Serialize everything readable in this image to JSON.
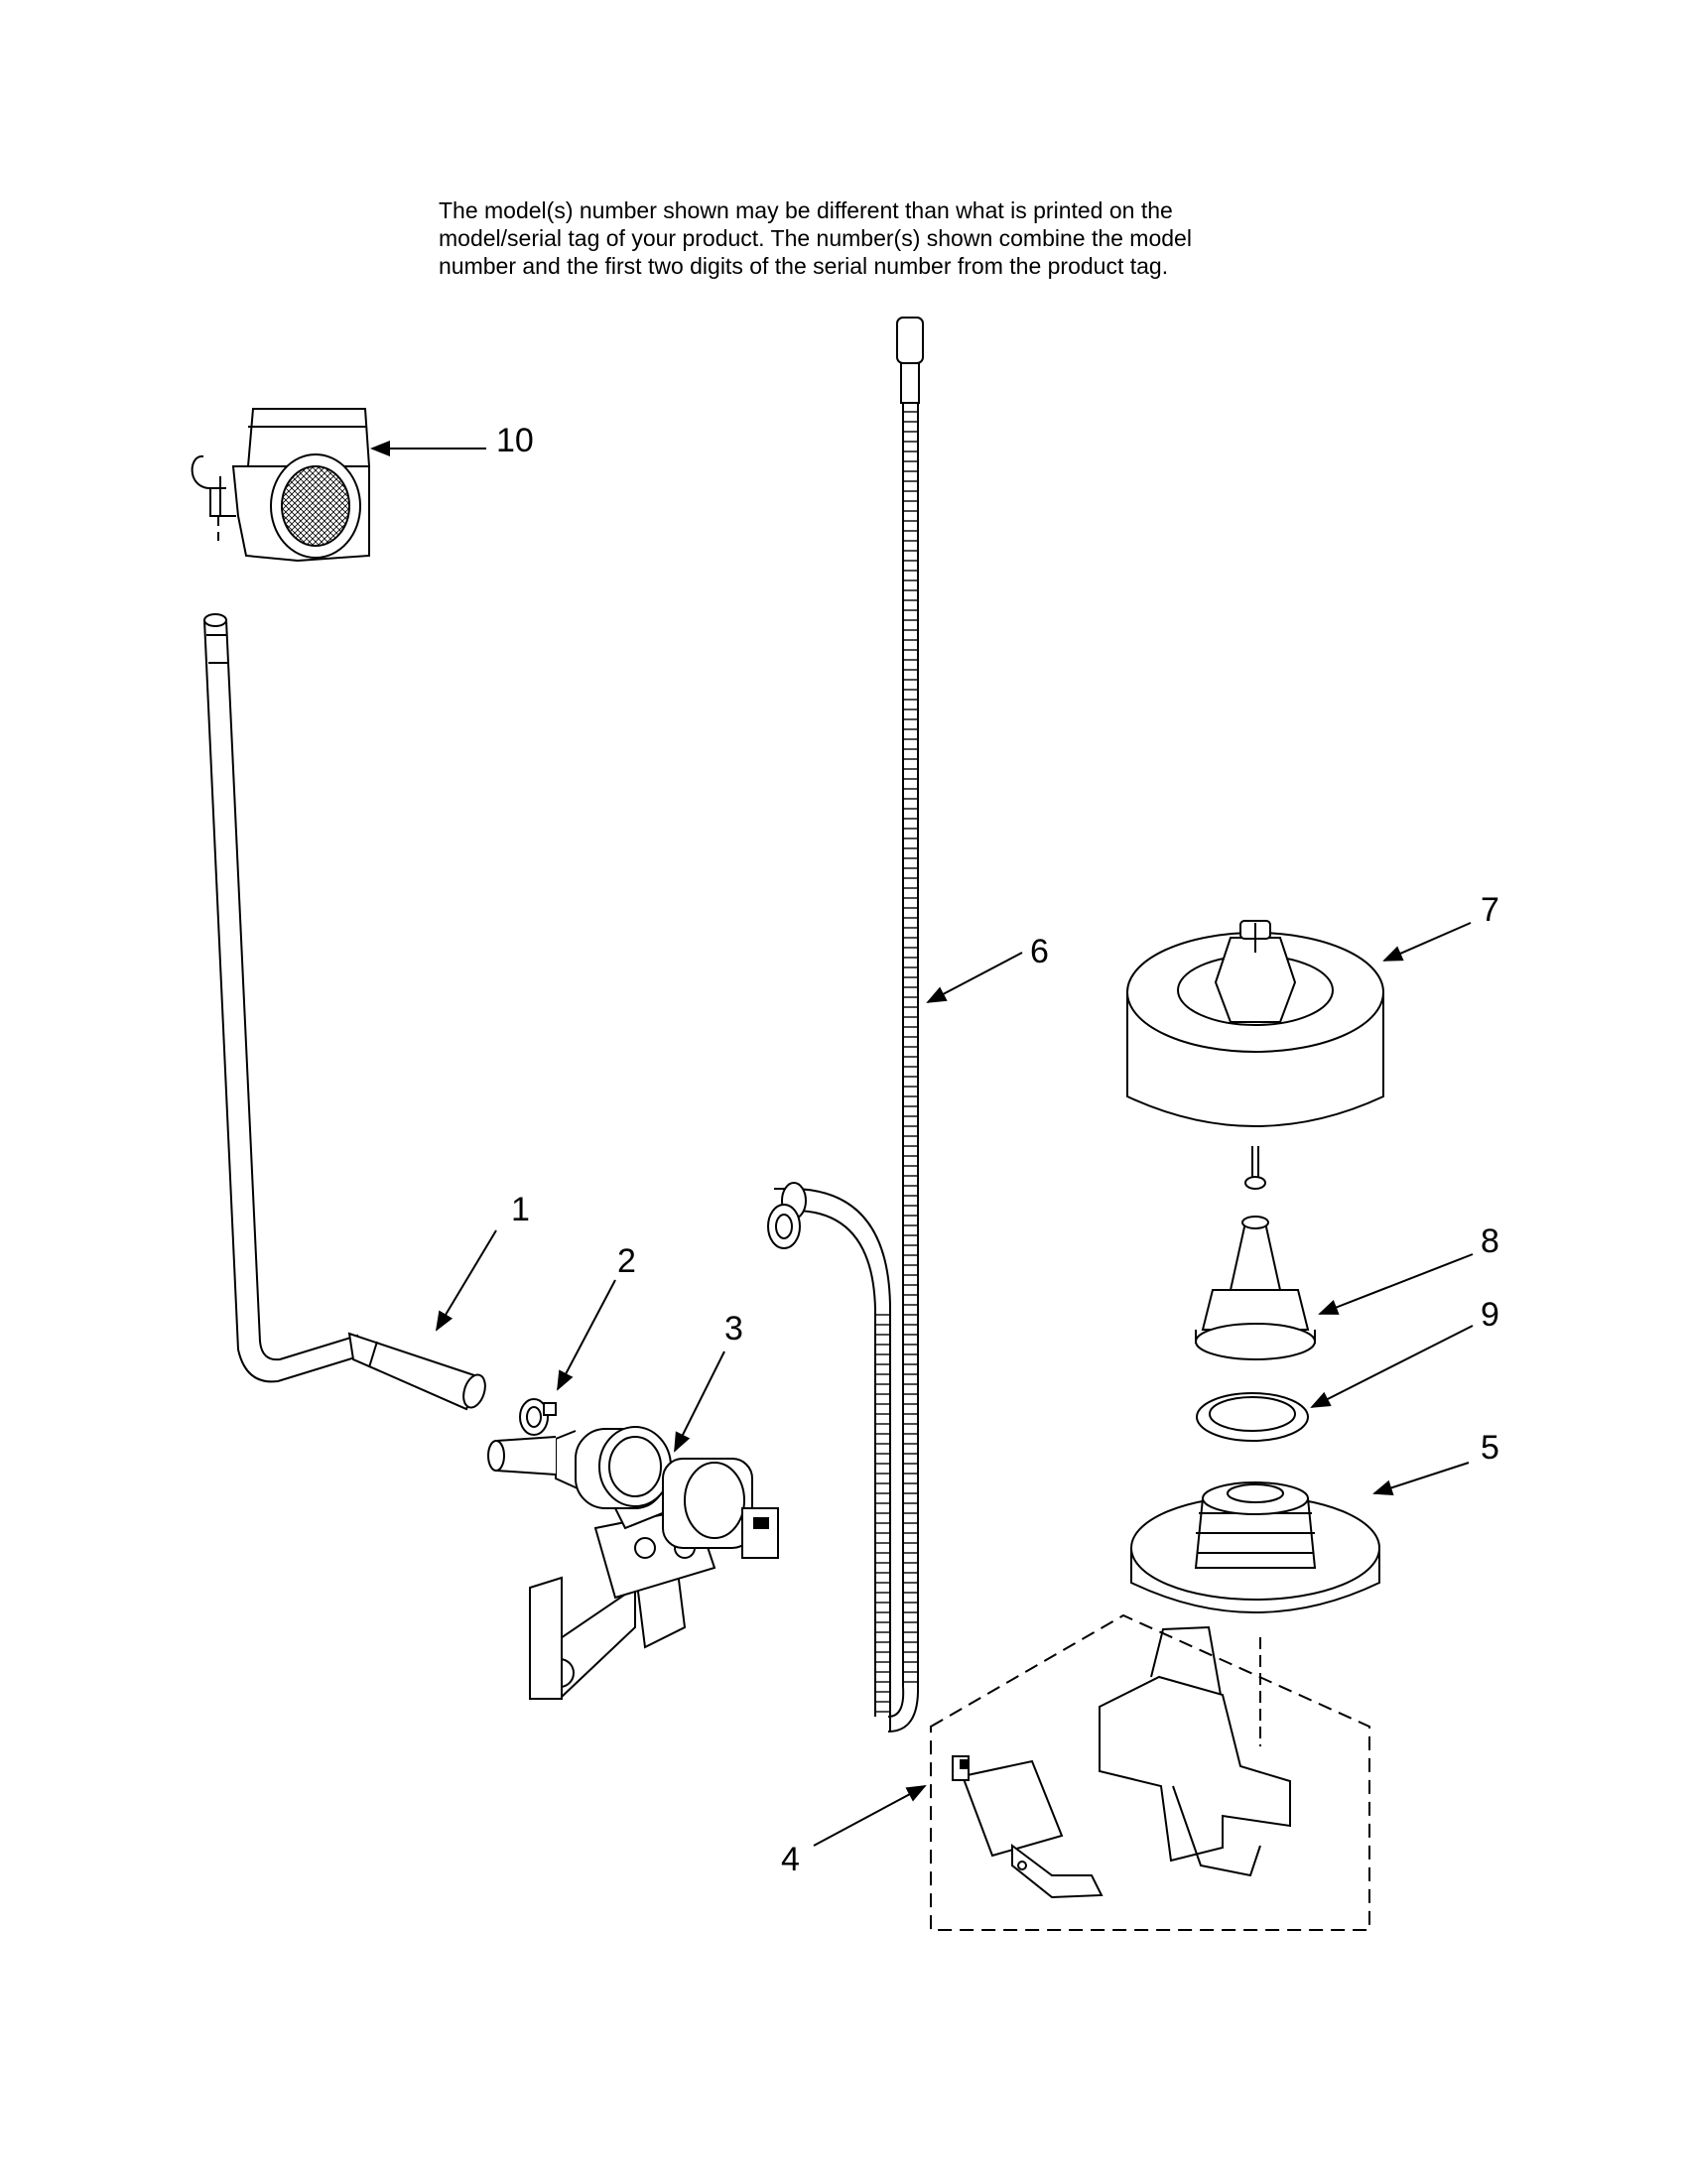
{
  "notice": {
    "lines": [
      "The model(s) number shown may be different than what is printed on the",
      "model/serial tag of your product. The number(s) shown combine the model",
      "number and the first two digits of the serial number from the product tag."
    ]
  },
  "callouts": {
    "c1": "1",
    "c2": "2",
    "c3": "3",
    "c4": "4",
    "c5": "5",
    "c6": "6",
    "c7": "7",
    "c8": "8",
    "c9": "9",
    "c10": "10"
  },
  "colors": {
    "line": "#000000",
    "fill": "#ffffff",
    "shade": "#d9d9d9"
  }
}
